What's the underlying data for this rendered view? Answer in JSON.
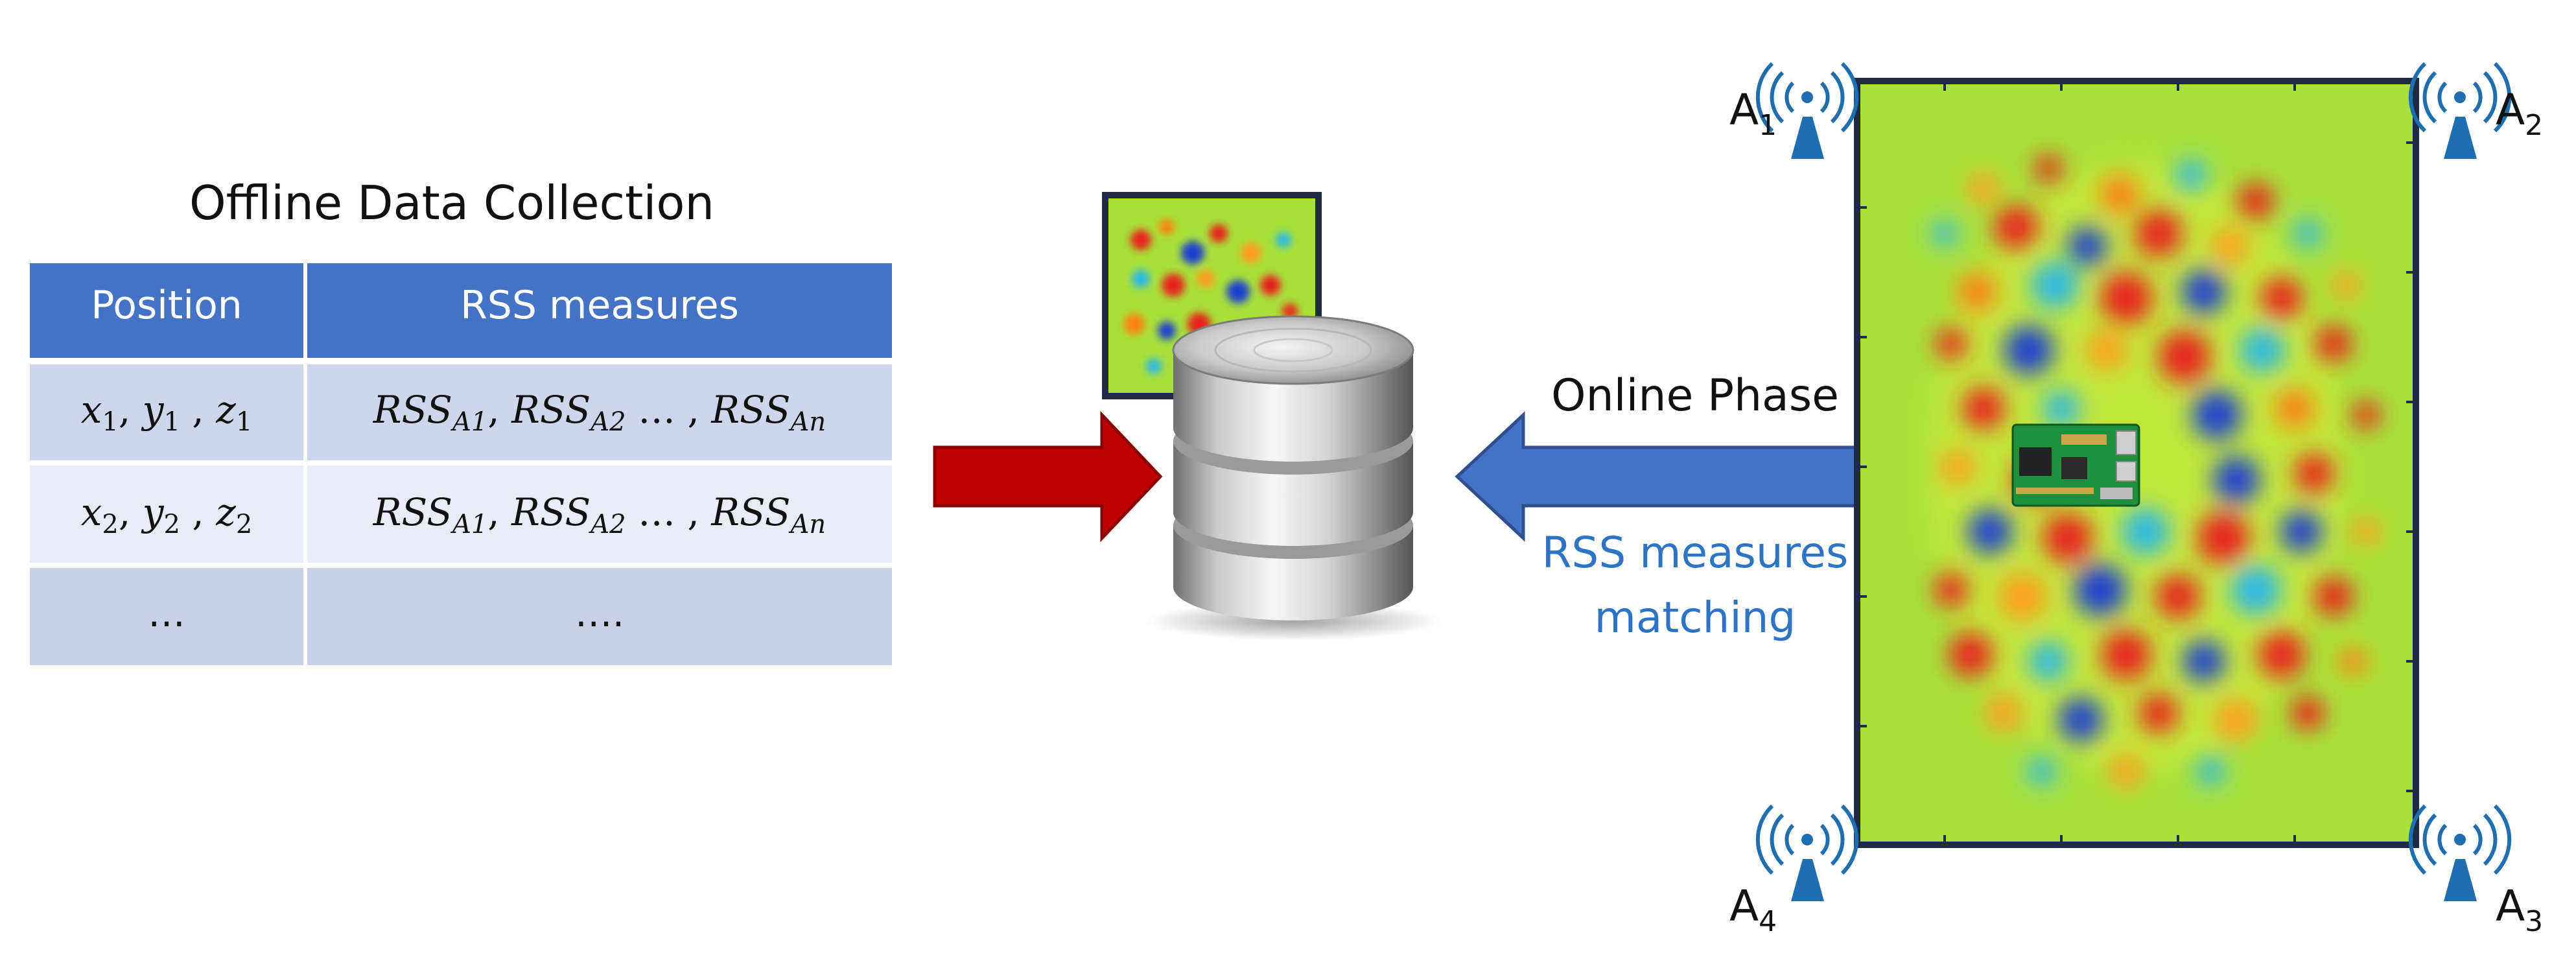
{
  "offline": {
    "title": "Offline Data Collection",
    "table": {
      "headers": [
        "Position",
        "RSS measures"
      ],
      "rows": [
        {
          "pos": {
            "x": "x",
            "y": "y",
            "z": "z",
            "sub": "1"
          },
          "rss": {
            "base": "RSS",
            "subs": [
              "A1",
              "A2",
              "An"
            ],
            "ellipsis": "…"
          }
        },
        {
          "pos": {
            "x": "x",
            "y": "y",
            "z": "z",
            "sub": "2"
          },
          "rss": {
            "base": "RSS",
            "subs": [
              "A1",
              "A2",
              "An"
            ],
            "ellipsis": "…"
          }
        }
      ],
      "last_row": [
        "…",
        "…."
      ]
    },
    "colors": {
      "header": "#4472c4",
      "row_a": "#cfd5ea",
      "row_b": "#e9ebf5",
      "row_c": "#c9cfe6"
    }
  },
  "arrows": {
    "offline_arrow_color": "#c00000",
    "online_arrow_color": "#4472c4"
  },
  "online": {
    "phase_label": "Online Phase",
    "matching_label_line1": "RSS measures",
    "matching_label_line2": "matching",
    "matching_color": "#2e74c4"
  },
  "anchors": [
    {
      "base": "A",
      "sub": "1"
    },
    {
      "base": "A",
      "sub": "2"
    },
    {
      "base": "A",
      "sub": "3"
    },
    {
      "base": "A",
      "sub": "4"
    }
  ],
  "icons": [
    "database-icon",
    "radio-tower-icon",
    "circuit-board-icon"
  ]
}
